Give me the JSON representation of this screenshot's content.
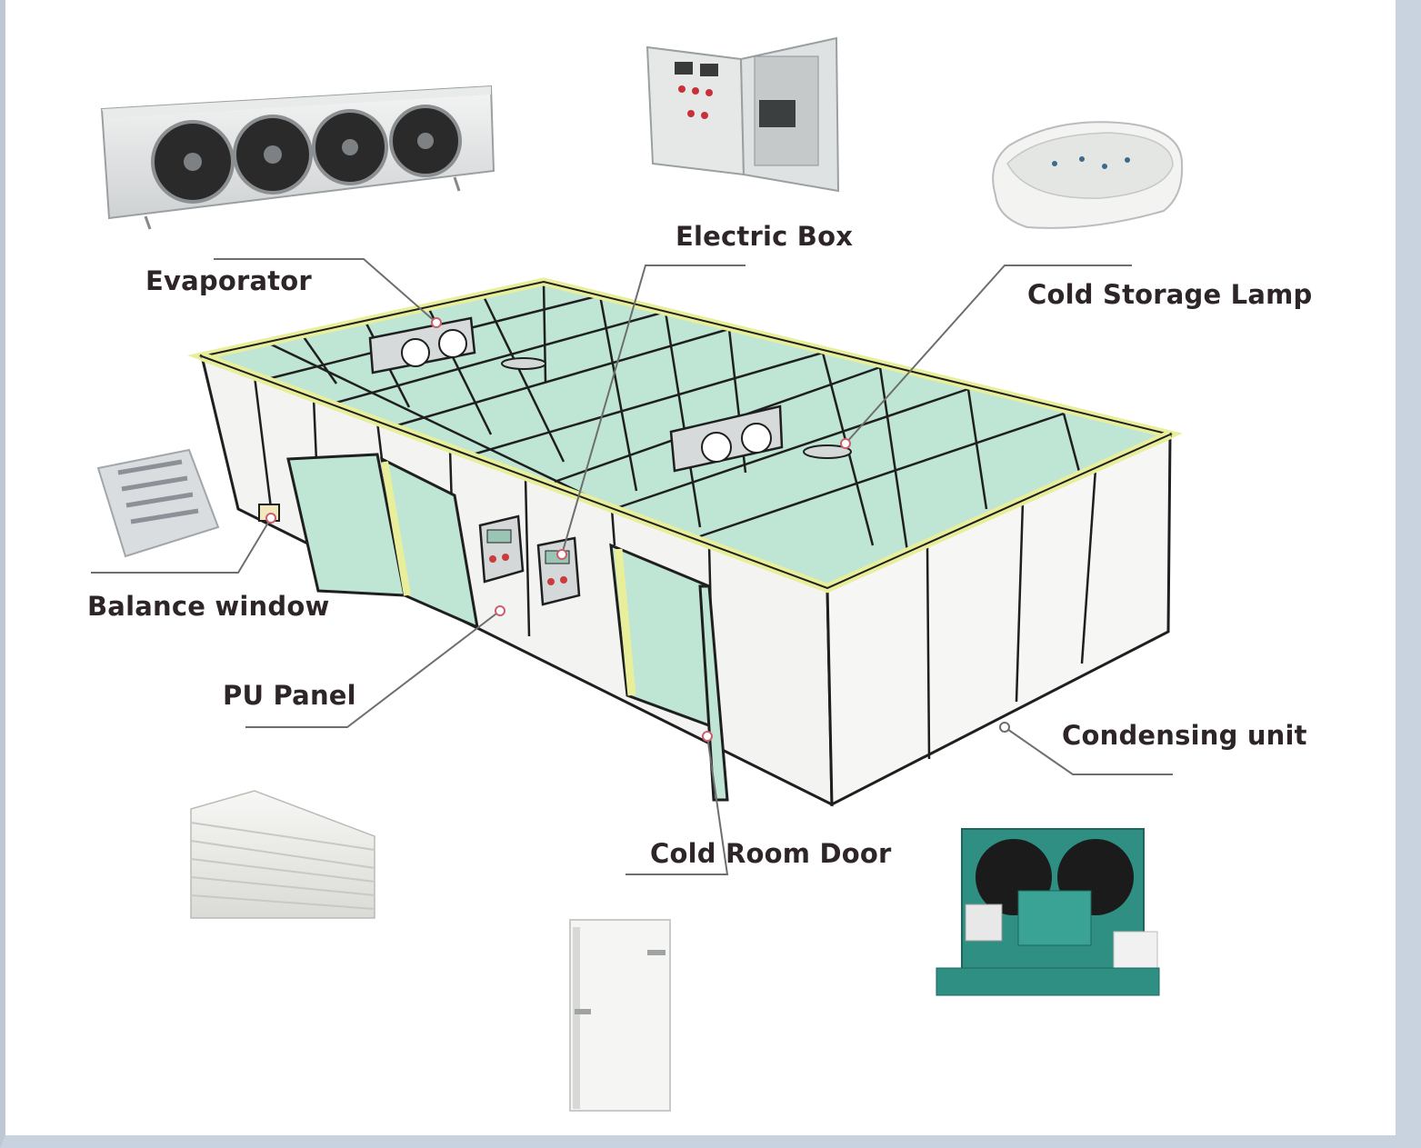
{
  "labels": {
    "evaporator": "Evaporator",
    "electric_box": "Electric Box",
    "cold_storage_lamp": "Cold Storage Lamp",
    "balance_window": "Balance window",
    "pu_panel": "PU Panel",
    "condensing_unit": "Condensing unit",
    "cold_room_door": "Cold Room Door"
  },
  "colors": {
    "glass": "#bfe6d4",
    "frame_yellow": "#e9ee9a",
    "outline": "#1f1f1f",
    "wall": "#f3f4f2",
    "leader": "#6e6e6e",
    "unit_green": "#2e8f82",
    "label_text": "#2d2528"
  }
}
